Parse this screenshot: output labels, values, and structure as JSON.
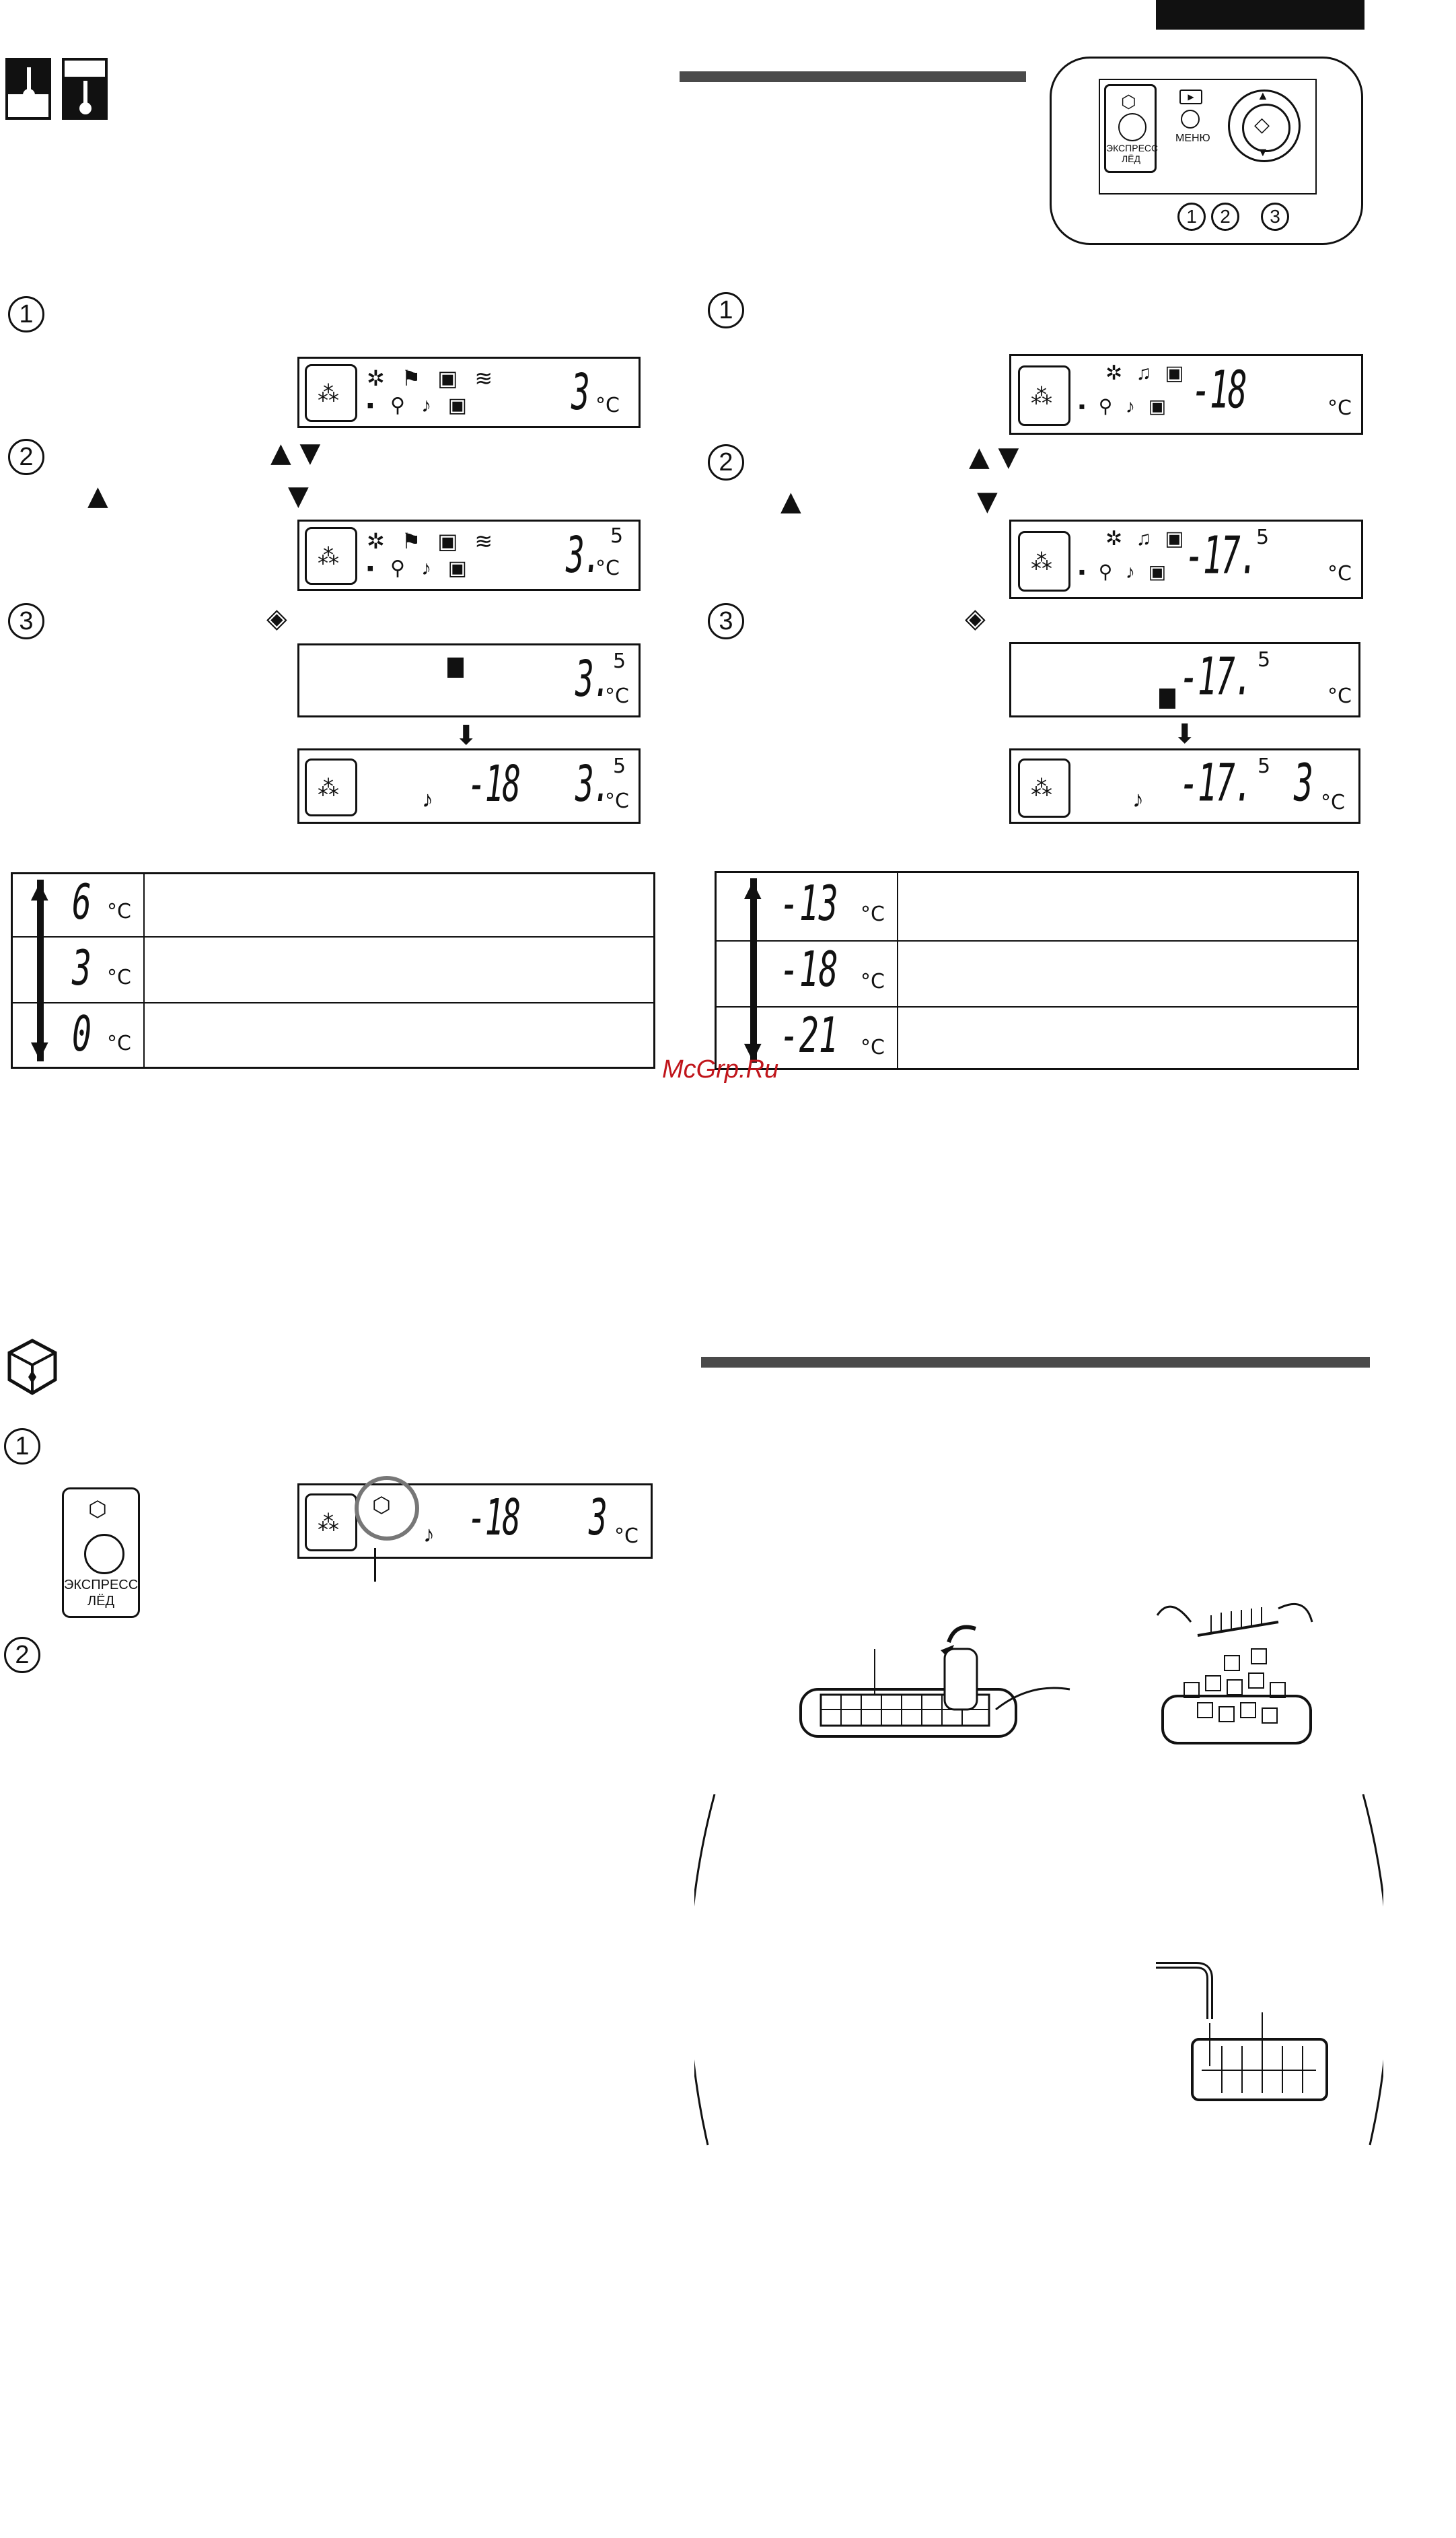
{
  "steps": {
    "one": "1",
    "two": "2",
    "three": "3"
  },
  "panel": {
    "express_label": "ЭКСПРЕСС\nЛЁД",
    "menu_label": "МЕНЮ",
    "callouts": [
      "1",
      "2",
      "3"
    ]
  },
  "left": {
    "lcd1": {
      "temp": "3",
      "unit": "°C"
    },
    "lcd2": {
      "temp": "3.",
      "sup": "5",
      "unit": "°C"
    },
    "lcd3": {
      "temp": "3.",
      "sup": "5",
      "unit": "°C"
    },
    "lcd4": {
      "freezer": "-18",
      "fridge": "3.",
      "sup": "5",
      "unit": "°C"
    },
    "arrows_row": "▲ ▼",
    "arrow_up": "▲",
    "arrow_down": "▼",
    "table": [
      {
        "value": "6",
        "unit": "°C"
      },
      {
        "value": "3",
        "unit": "°C"
      },
      {
        "value": "0",
        "unit": "°C"
      }
    ]
  },
  "right": {
    "lcd1": {
      "temp": "-18",
      "unit": "°C"
    },
    "lcd2": {
      "temp": "-17.",
      "sup": "5",
      "unit": "°C"
    },
    "lcd3": {
      "temp": "-17.",
      "sup": "5",
      "unit": "°C"
    },
    "lcd4": {
      "freezer": "-17.",
      "sup": "5",
      "fridge": "3",
      "unit": "°C"
    },
    "table": [
      {
        "value": "-13",
        "unit": "°C"
      },
      {
        "value": "-18",
        "unit": "°C"
      },
      {
        "value": "-21",
        "unit": "°C"
      }
    ]
  },
  "ice": {
    "button_label": "ЭКСПРЕСС\nЛЁД",
    "lcd": {
      "freezer": "-18",
      "fridge": "3",
      "unit": "°C"
    }
  },
  "watermark": "McGrp.Ru"
}
